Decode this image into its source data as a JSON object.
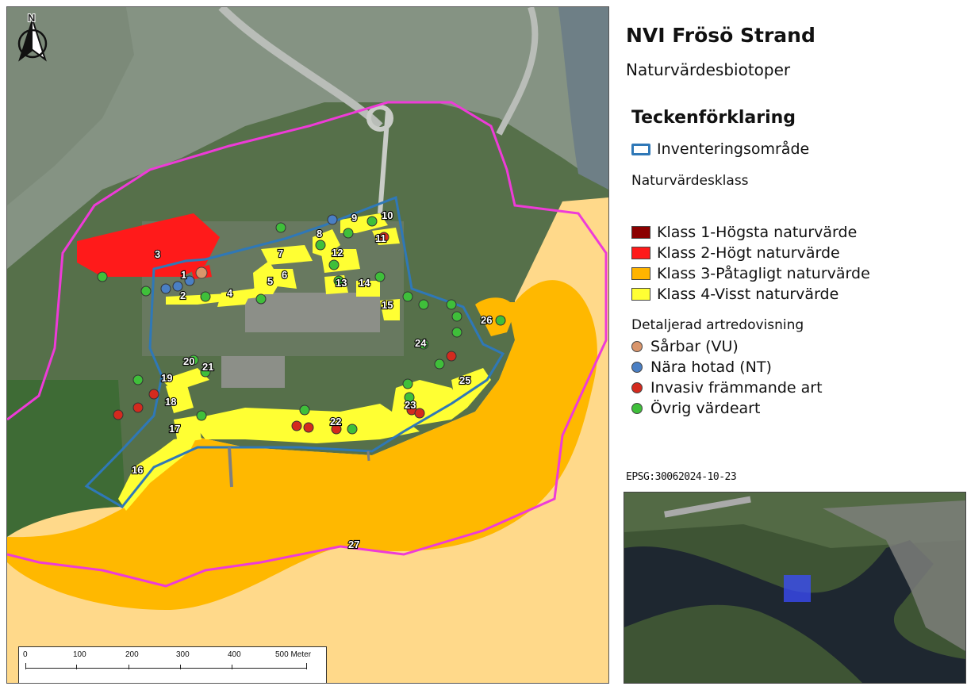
{
  "title": "NVI Frösö Strand",
  "subtitle": "Naturvärdesbiotoper",
  "legend": {
    "heading": "Teckenförklaring",
    "inventory_area": "Inventeringsområde",
    "class_heading": "Naturvärdesklass",
    "classes": [
      {
        "label": "Klass 1-Högsta naturvärde",
        "color": "#8b0000"
      },
      {
        "label": "Klass 2-Högt naturvärde",
        "color": "#ff1a1a"
      },
      {
        "label": "Klass 3-Påtagligt naturvärde",
        "color": "#ffb400"
      },
      {
        "label": "Klass 4-Visst naturvärde",
        "color": "#ffff33"
      }
    ],
    "species_heading": "Detaljerad artredovisning",
    "species": [
      {
        "label": "Sårbar (VU)",
        "color": "#d9956b"
      },
      {
        "label": "Nära hotad (NT)",
        "color": "#4a7fc4"
      },
      {
        "label": "Invasiv främmande art",
        "color": "#d42a1e"
      },
      {
        "label": "Övrig värdeart",
        "color": "#3fbf3a"
      }
    ]
  },
  "epsg": "EPSG:30062024-10-23",
  "north_label": "N",
  "scalebar": {
    "ticks": [
      "0",
      "100",
      "200",
      "300",
      "400",
      "500 Meter"
    ]
  },
  "area_labels": [
    "1",
    "2",
    "3",
    "4",
    "5",
    "6",
    "7",
    "8",
    "9",
    "10",
    "11",
    "12",
    "13",
    "14",
    "15",
    "16",
    "17",
    "18",
    "19",
    "20",
    "21",
    "22",
    "23",
    "24",
    "25",
    "26",
    "27"
  ],
  "colors": {
    "inventory_outline": "#2f78b7",
    "buffer_outline": "#ee3bd8",
    "water": "#ffd98a"
  }
}
